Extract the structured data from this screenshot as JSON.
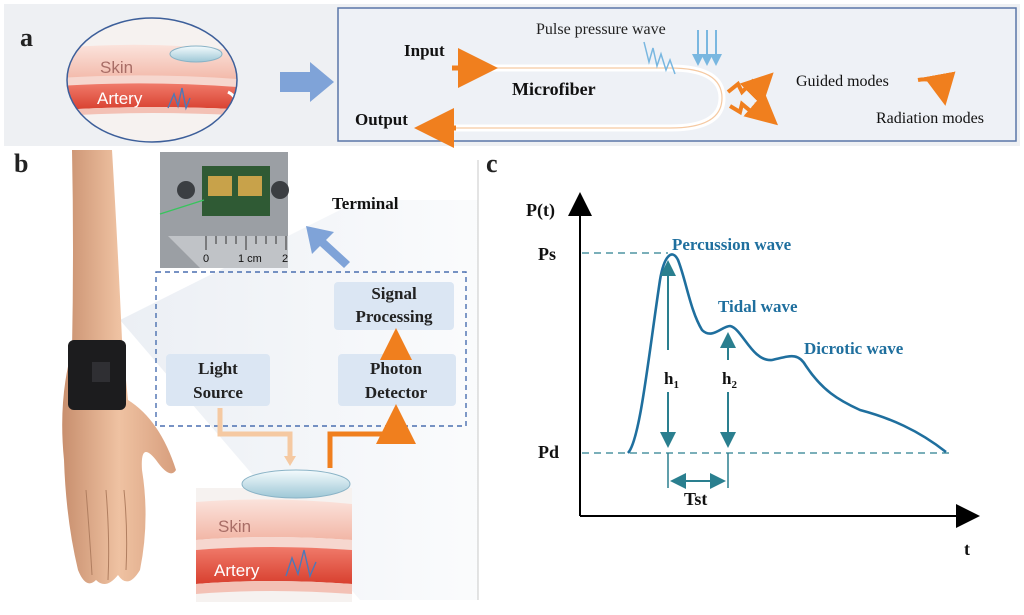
{
  "panel_a": {
    "letter": "a",
    "skin_label": "Skin",
    "artery_label": "Artery",
    "pulse_label": "Pulse pressure wave",
    "input_label": "Input",
    "output_label": "Output",
    "microfiber_label": "Microfiber",
    "guided_label": "Guided modes",
    "radiation_label": "Radiation modes"
  },
  "panel_b": {
    "letter": "b",
    "terminal_label": "Terminal",
    "ruler_zero": "0",
    "ruler_one": "1 cm",
    "ruler_two": "2",
    "signal_line1": "Signal",
    "signal_line2": "Processing",
    "photon_line1": "Photon",
    "photon_line2": "Detector",
    "light_line1": "Light",
    "light_line2": "Source",
    "skin_label": "Skin",
    "artery_label": "Artery"
  },
  "panel_c": {
    "letter": "c",
    "y_axis_label": "P(t)",
    "x_axis_label": "t",
    "ps_label": "Ps",
    "pd_label": "Pd",
    "percussion_label": "Percussion wave",
    "tidal_label": "Tidal wave",
    "dicrotic_label": "Dicrotic wave",
    "h1_label": "h",
    "h1_sub": "1",
    "h2_label": "h",
    "h2_sub": "2",
    "tst_label": "Tst"
  },
  "colors": {
    "orange": "#f07f1e",
    "blue_arrow": "#7fa3d8",
    "wave_blue": "#1f6f9e",
    "teal": "#2a7f8f",
    "skin_pink": "#f2b8a8",
    "artery_red": "#e4503f",
    "panel_a_bg": "#eef0f3",
    "box_fill": "#dbe6f3"
  }
}
